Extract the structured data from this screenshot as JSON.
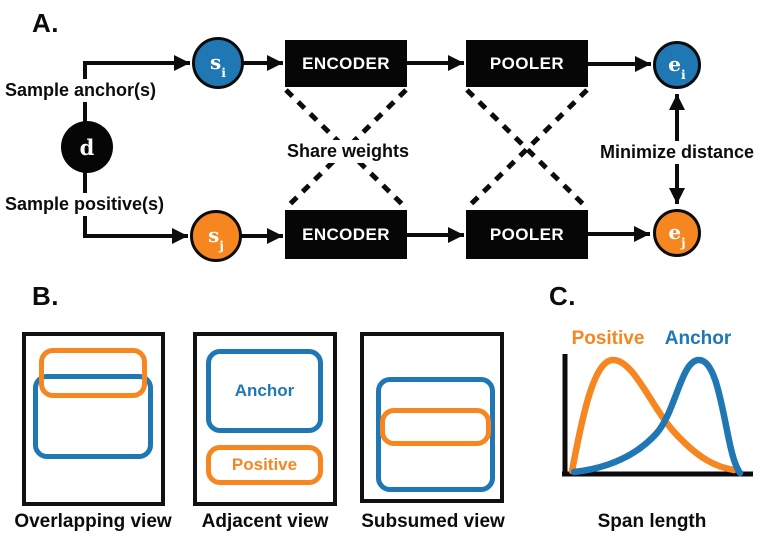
{
  "figure": {
    "panel_a": {
      "label": "A.",
      "sample_anchor_label": "Sample anchor(s)",
      "sample_positive_label": "Sample positive(s)",
      "share_weights_label": "Share weights",
      "minimize_distance_label": "Minimize distance",
      "encoder_label": "ENCODER",
      "pooler_label": "POOLER",
      "nodes": {
        "document": "d",
        "anchor_span": {
          "base": "s",
          "sub": "i"
        },
        "positive_span": {
          "base": "s",
          "sub": "j"
        },
        "anchor_embedding": {
          "base": "e",
          "sub": "i"
        },
        "positive_embedding": {
          "base": "e",
          "sub": "j"
        }
      }
    },
    "panel_b": {
      "label": "B.",
      "anchor_box_label": "Anchor",
      "positive_box_label": "Positive",
      "captions": {
        "overlapping": "Overlapping view",
        "adjacent": "Adjacent view",
        "subsumed": "Subsumed view"
      }
    },
    "panel_c": {
      "label": "C.",
      "legend_positive": "Positive",
      "legend_anchor": "Anchor",
      "xlabel": "Span length"
    },
    "colors": {
      "anchor_blue": "#1f77b4",
      "positive_orange": "#f6861f",
      "ink_black": "#0c0c0c"
    }
  }
}
